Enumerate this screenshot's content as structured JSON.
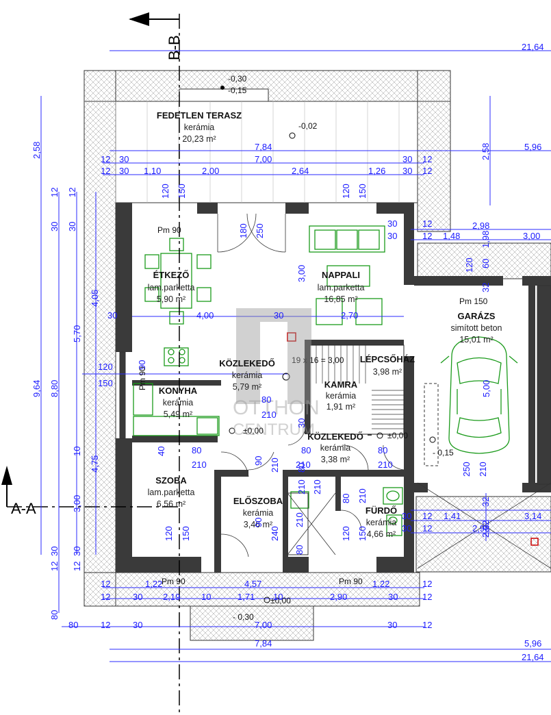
{
  "sections": {
    "bb": "B-B",
    "aa": "A-A"
  },
  "levels": {
    "terrace_top_a": "-0,30",
    "terrace_top_b": "-0,15",
    "terrace_mid": "-0,02",
    "entry_zero": "±0,00",
    "hall_zero": "±0,00",
    "corridor_zero": "±0,00",
    "garage_level": "- 0,15",
    "bottom_terrace": "- 0,30"
  },
  "rooms": [
    {
      "key": "terasz",
      "name": "FEDETLEN TERASZ",
      "material": "kerámia",
      "area": "20,23 m²"
    },
    {
      "key": "etkezo",
      "name": "ÉTKEZŐ",
      "material": "lam.parketta",
      "area": "5,90 m²"
    },
    {
      "key": "nappali",
      "name": "NAPPALI",
      "material": "lam.parketta",
      "area": "16,85 m²"
    },
    {
      "key": "garazs",
      "name": "GARÁZS",
      "material": "simított beton",
      "area": "15,01 m²"
    },
    {
      "key": "kozlekedo1",
      "name": "KÖZLEKEDŐ",
      "material": "kerámia",
      "area": "5,79 m²"
    },
    {
      "key": "lepcsohaz",
      "name": "LÉPCSŐHÁZ",
      "material": "",
      "area": "3,98 m²"
    },
    {
      "key": "konyha",
      "name": "KONYHA",
      "material": "kerámia",
      "area": "5,49 m²"
    },
    {
      "key": "kamra",
      "name": "KAMRA",
      "material": "kerámia",
      "area": "1,91 m²"
    },
    {
      "key": "kozlekedo2",
      "name": "KÖZLEKEDŐ",
      "material": "kerámia",
      "area": "3,38 m²"
    },
    {
      "key": "szoba",
      "name": "SZOBA",
      "material": "lam.parketta",
      "area": "6,56 m²"
    },
    {
      "key": "eloszoba",
      "name": "ELŐSZOBA",
      "material": "kerámia",
      "area": "3,46 m²"
    },
    {
      "key": "furdo",
      "name": "FÜRDŐ",
      "material": "kerámia",
      "area": "4,66 m²"
    }
  ],
  "tags": {
    "pm90_top": "Pm 90",
    "pm90_kitchen": "Pm 90",
    "pm150_garage": "Pm 150",
    "pm90_bottom_left": "Pm 90",
    "pm90_bottom_right": "Pm 90",
    "stair_note": "19 x 16 = 3,00"
  },
  "dims": {
    "top_total": "21,64",
    "top_784": "7,84",
    "top_596": "5,96",
    "top_700": "7,00",
    "top_12a": "12",
    "top_30a": "30",
    "top_30b": "30",
    "top_12b": "12",
    "row3": [
      "12",
      "30",
      "1,10",
      "2,00",
      "2,64",
      "1,26",
      "30",
      "12"
    ],
    "left_258": "2,58",
    "left_12": "12",
    "left_30": "30",
    "left_12b": "12",
    "left_30b": "30",
    "left_405": "4,05",
    "left_570": "5,70",
    "left_964": "9,64",
    "left_880": "8,80",
    "left_10": "10",
    "left_475": "4,75",
    "left_300": "3,00",
    "left_30c": "30",
    "left_30d": "30",
    "left_12c": "12",
    "left_12d": "12",
    "left_80": "80",
    "right_258": "2,58",
    "right_298": "2,98",
    "right_148": "1,48",
    "right_198": "1,98",
    "right_300": "3,00",
    "right_30a": "30",
    "right_12a": "12",
    "right_30b": "30",
    "right_12b": "12",
    "right_120": "120",
    "right_60": "60",
    "right_32": "32",
    "right_500": "5,00",
    "right_250": "250",
    "right_210": "210",
    "right_32b": "32",
    "right_202": "2,02",
    "right_30c": "30",
    "right_12c": "12",
    "right_141": "1,41",
    "right_314": "3,14",
    "right_30d": "30",
    "right_12d": "12",
    "right_298b": "2,98",
    "bot_row1": [
      "12",
      "1,22",
      "4,57",
      "1,22",
      "12"
    ],
    "bot_row2": [
      "12",
      "30",
      "2,19",
      "10",
      "1,71",
      "10",
      "2,90",
      "30",
      "12"
    ],
    "bot_row3": [
      "80",
      "12",
      "30",
      "7,00",
      "30",
      "12"
    ],
    "bot_784": "7,84",
    "bot_596": "5,96",
    "bot_total": "21,64",
    "int_120a": "120",
    "int_150a": "150",
    "int_180": "180",
    "int_250": "250",
    "int_120b": "120",
    "int_150b": "150",
    "int_300": "3,00",
    "int_30a": "30",
    "int_400": "4,00",
    "int_30b": "30",
    "int_270": "2,70",
    "int_120k": "120",
    "int_150k": "150",
    "int_90k": "90",
    "int_80a": "80",
    "int_210a": "210",
    "int_30k": "30",
    "int_80b": "80",
    "int_210b": "210",
    "int_40": "40",
    "int_80c": "80",
    "int_210c": "210",
    "int_80d": "80",
    "int_210d": "210",
    "int_90a": "90",
    "int_210e": "210",
    "int_80e": "80",
    "int_210f": "210",
    "int_210g": "210",
    "int_80f": "80",
    "int_210h": "210",
    "int_90b": "90",
    "int_240": "240",
    "int_210i": "210",
    "int_80g": "80",
    "int_120s": "120",
    "int_150s": "150",
    "int_120f": "120",
    "int_150f": "150"
  },
  "watermark": {
    "line1": "OTTHON",
    "line2": "CENTRUM"
  }
}
